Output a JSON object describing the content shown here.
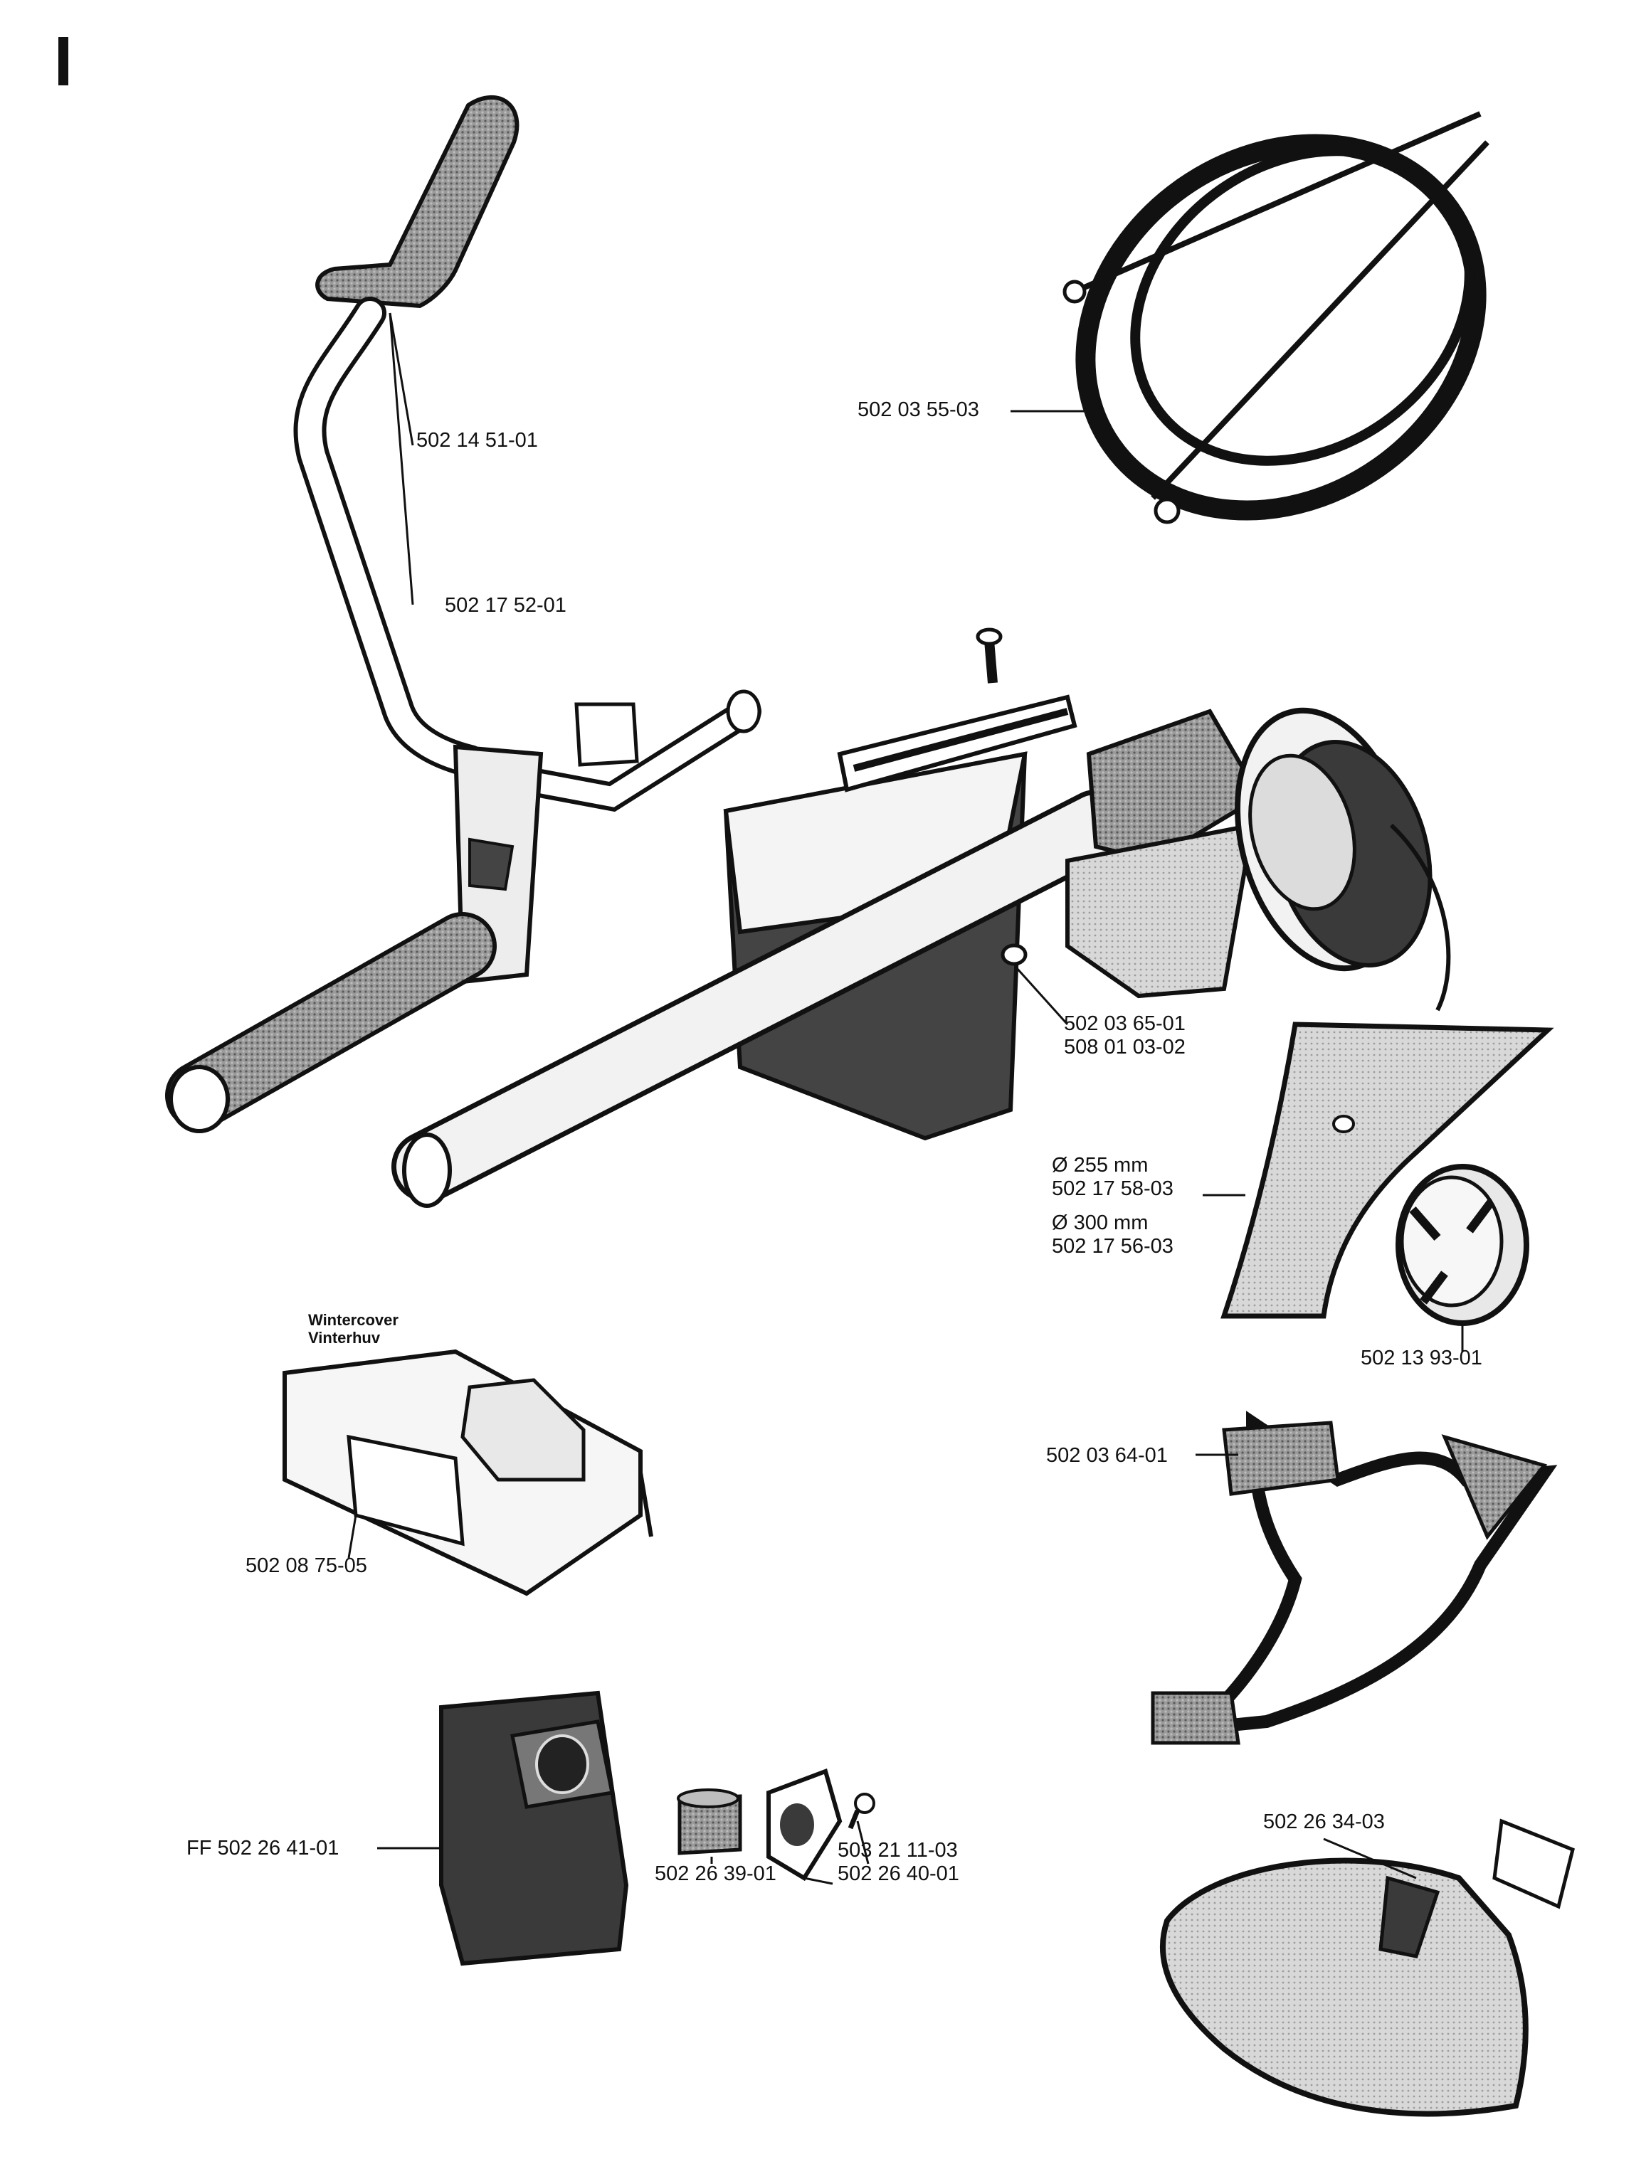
{
  "section_mark": "I",
  "labels": {
    "handle_grip": "502 14 51-01",
    "handle_bar": "502 17 52-01",
    "harness": "502 03 55-03",
    "guard_bracket_1": "502 03 65-01",
    "guard_bracket_2": "508 01 03-02",
    "blade_255_size": "Ø 255 mm",
    "blade_255_part": "502 17 58-03",
    "blade_300_size": "Ø 300 mm",
    "blade_300_part": "502 17 56-03",
    "trimmer_head": "502 13 93-01",
    "wintercover_title_1": "Wintercover",
    "wintercover_title_2": "Vinterhuv",
    "wintercover": "502 08 75-05",
    "shoulder_harness": "502 03 64-01",
    "muffler": "FF 502 26 41-01",
    "spark_arrestor": "502 26 39-01",
    "gasket_plate": "502 26 40-01",
    "screw": "503 21 11-03",
    "blade_guard": "502 26 34-03"
  },
  "colors": {
    "ink": "#111111",
    "shade": "#8a8a8a",
    "dark": "#3a3a3a",
    "light": "#d6d6d6"
  }
}
